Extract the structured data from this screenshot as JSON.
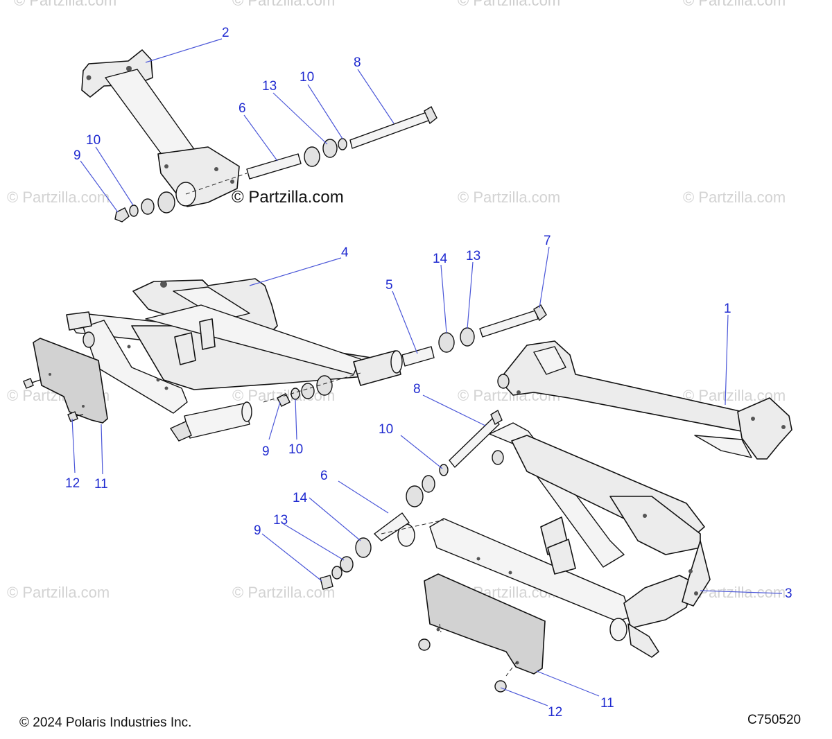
{
  "diagram": {
    "watermark_main": "© Partzilla.com",
    "watermark_repeat": "© Partzilla.com",
    "callouts": {
      "c1": "1",
      "c2": "2",
      "c3": "3",
      "c4": "4",
      "c5": "5",
      "c6a": "6",
      "c6b": "6",
      "c7": "7",
      "c8a": "8",
      "c8b": "8",
      "c9a": "9",
      "c9b": "9",
      "c9c": "9",
      "c10a": "10",
      "c10b": "10",
      "c10c": "10",
      "c10d": "10",
      "c11a": "11",
      "c11b": "11",
      "c12a": "12",
      "c12b": "12",
      "c13a": "13",
      "c13b": "13",
      "c13c": "13",
      "c14a": "14",
      "c14b": "14"
    }
  },
  "footer": {
    "copyright": "© 2024 Polaris Industries Inc.",
    "diagram_code": "C750520"
  }
}
